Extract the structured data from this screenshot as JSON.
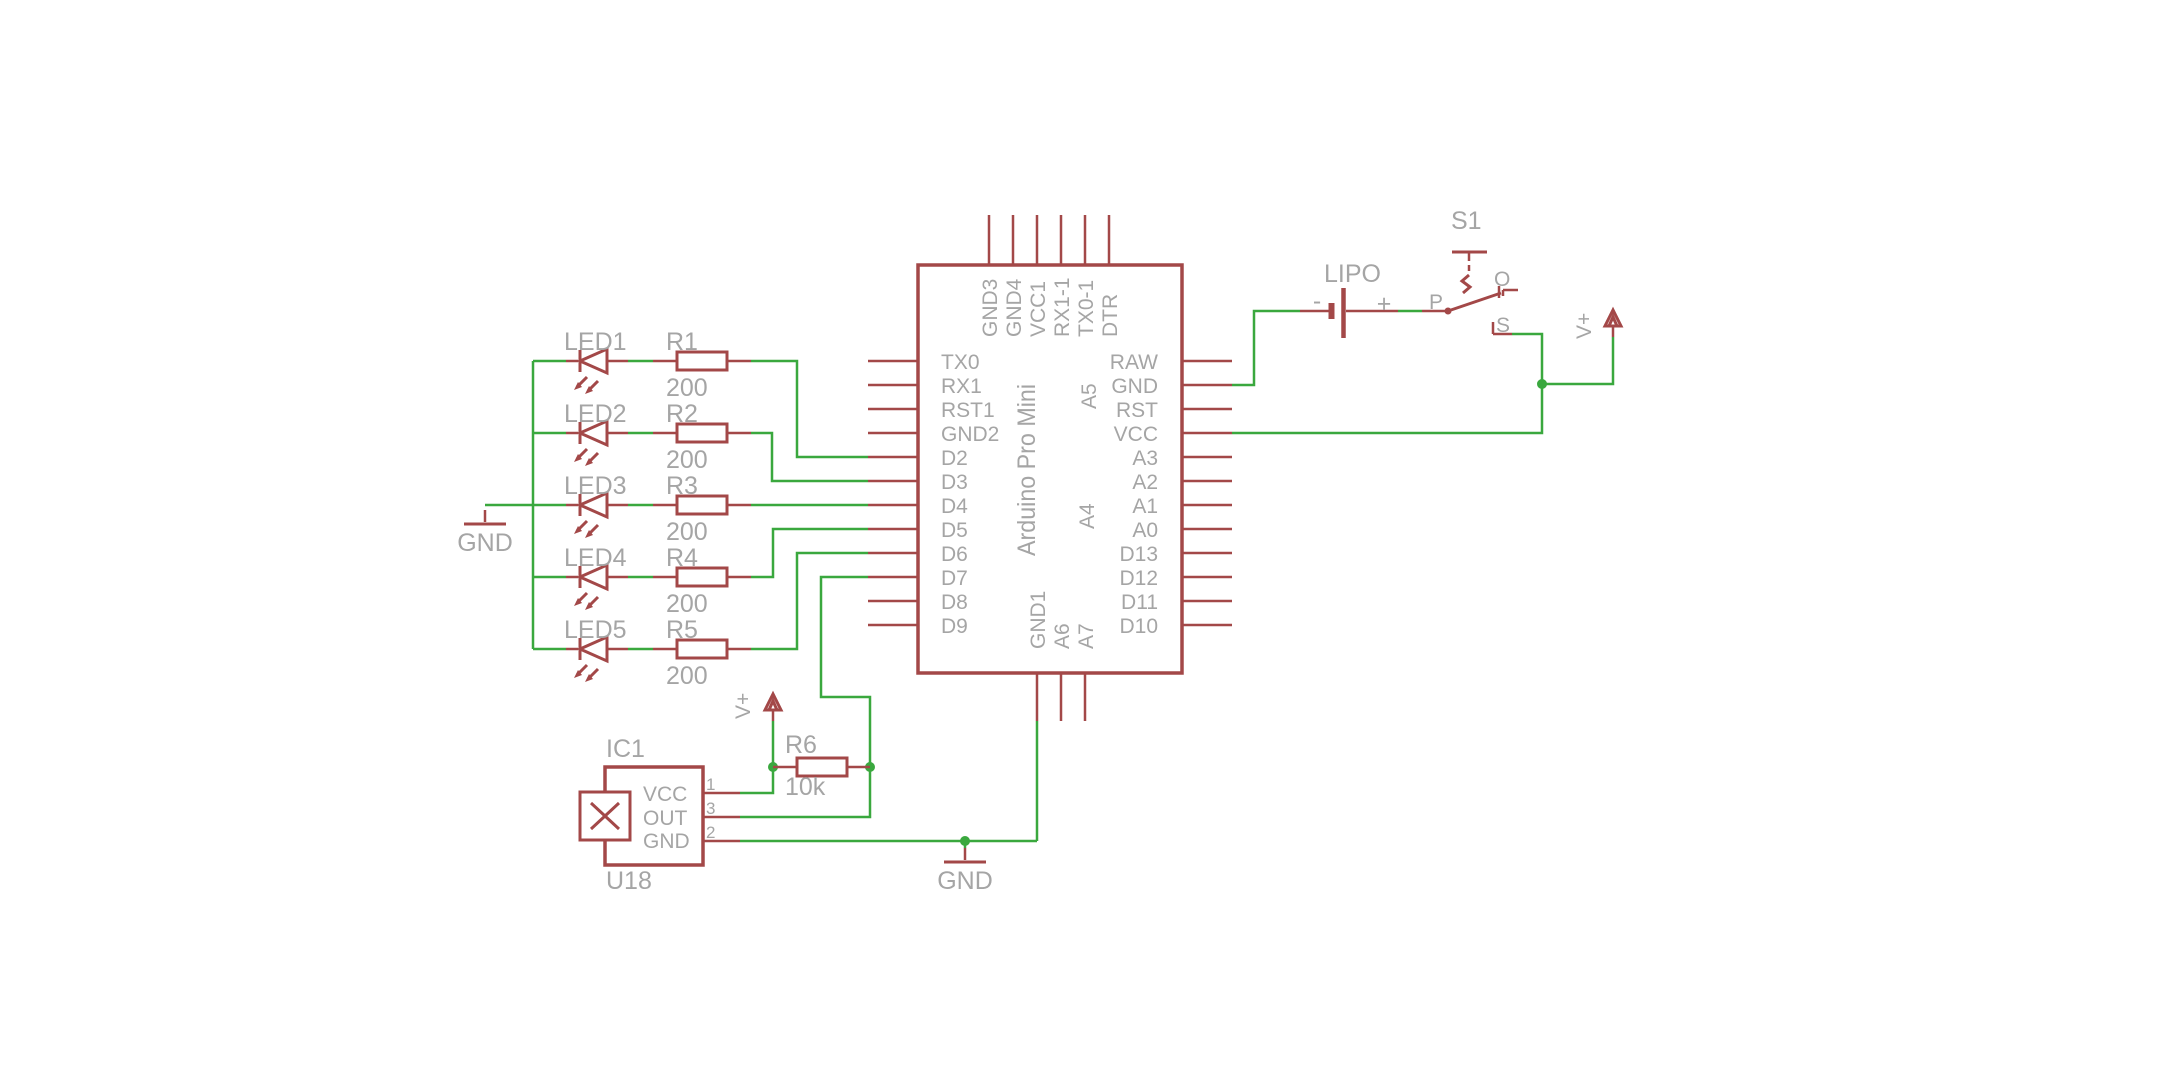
{
  "colors": {
    "symbol": "#a34848",
    "wire": "#3aa83e",
    "text": "#a5a5a5",
    "background": "#ffffff"
  },
  "arduino": {
    "title": "Arduino Pro Mini",
    "pins_left": [
      "TX0",
      "RX1",
      "RST1",
      "GND2",
      "D2",
      "D3",
      "D4",
      "D5",
      "D6",
      "D7",
      "D8",
      "D9"
    ],
    "pins_right": [
      "RAW",
      "GND",
      "RST",
      "VCC",
      "A3",
      "A2",
      "A1",
      "A0",
      "D13",
      "D12",
      "D11",
      "D10"
    ],
    "pins_top": [
      "GND3",
      "GND4",
      "VCC1",
      "RX1-1",
      "TX0-1",
      "DTR"
    ],
    "pins_bottom": [
      "GND1",
      "A6",
      "A7"
    ],
    "inner_labels": [
      "A5",
      "A4"
    ]
  },
  "leds": {
    "refs": [
      "LED1",
      "LED2",
      "LED3",
      "LED4",
      "LED5"
    ]
  },
  "resistors": {
    "items": [
      {
        "ref": "R1",
        "value": "200"
      },
      {
        "ref": "R2",
        "value": "200"
      },
      {
        "ref": "R3",
        "value": "200"
      },
      {
        "ref": "R4",
        "value": "200"
      },
      {
        "ref": "R5",
        "value": "200"
      },
      {
        "ref": "R6",
        "value": "10k"
      }
    ]
  },
  "battery": {
    "ref": "LIPO",
    "minus": "-",
    "plus": "+"
  },
  "switch": {
    "ref": "S1",
    "pole": "P",
    "contact_open": "O",
    "contact_closed": "S"
  },
  "ic": {
    "ref": "IC1",
    "value": "U18",
    "pins": [
      {
        "number": "1",
        "name": "VCC"
      },
      {
        "number": "3",
        "name": "OUT"
      },
      {
        "number": "2",
        "name": "GND"
      }
    ]
  },
  "power": {
    "vplus": "V+",
    "gnd": "GND"
  }
}
